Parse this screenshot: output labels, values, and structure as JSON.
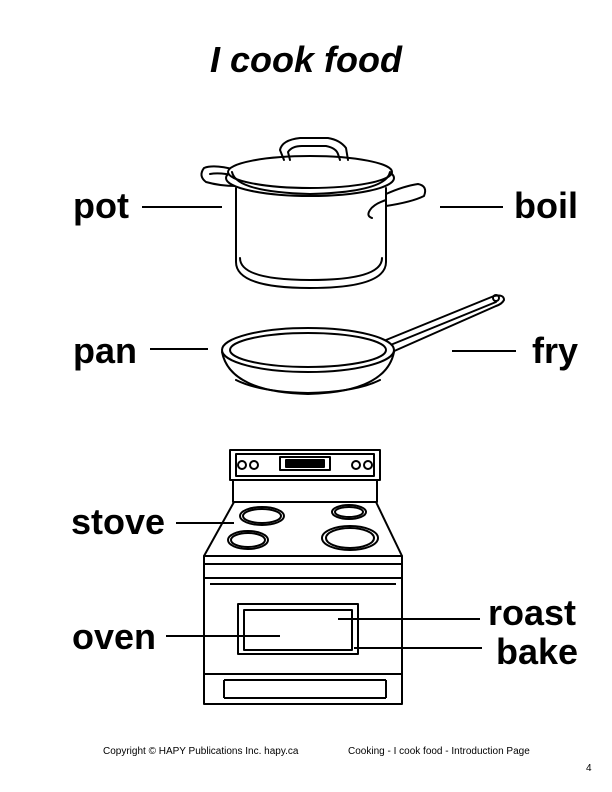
{
  "page": {
    "title": "I cook food",
    "page_number": "4"
  },
  "labels": {
    "pot": "pot",
    "boil": "boil",
    "pan": "pan",
    "fry": "fry",
    "stove": "stove",
    "oven": "oven",
    "roast": "roast",
    "bake": "bake"
  },
  "footer": {
    "copyright": "Copyright © HAPY Publications Inc.  hapy.ca",
    "section": "Cooking - I cook food -  Introduction Page"
  },
  "illustrations": {
    "pot": "pot-icon",
    "pan": "frying-pan-icon",
    "stove": "stove-icon"
  }
}
